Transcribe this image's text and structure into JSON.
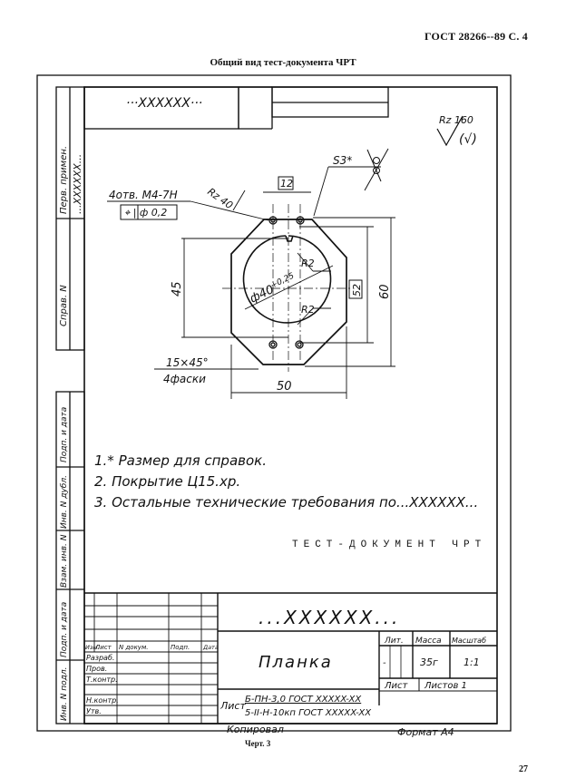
{
  "page": {
    "header_right": "ГОСТ 28266--89 С. 4",
    "title": "Общий вид тест-документа ЧРТ",
    "figure_caption": "Черт. 3",
    "page_number": "27"
  },
  "side_stamp": {
    "top": {
      "perv_primen_label": "Перв. примен.",
      "perv_primen_value": "...XXXXXX...",
      "sprav_label": "Справ. N"
    },
    "bottom": [
      "Подп. и дата",
      "Инв. N дубл.",
      "Взам. инв. N",
      "Подп. и дата",
      "Инв. N подл."
    ]
  },
  "top_stamp": {
    "code": "···XXXXXX···"
  },
  "drawing": {
    "roughness_general": "Rz 160",
    "roughness_note": "(√)",
    "thickness": "S3*",
    "holes_spec": "4отв. M4-7H",
    "position_tolerance": "⌖ | ф 0,2",
    "roughness_local": "Rz 40",
    "dim_hole_spacing": "12",
    "dim_diameter": "ф40",
    "dim_diameter_tol": "+0,25",
    "dim_radius_top": "R2",
    "dim_radius_bottom": "R2",
    "dim_height_inner": "45",
    "dim_height_ref": "52",
    "dim_height_total": "60",
    "dim_width": "50",
    "chamfer": "15×45°",
    "chamfer_count": "4фаски"
  },
  "notes": [
    "1.* Размер для справок.",
    "2. Покрытие Ц15.хр.",
    "3. Остальные технические требования по...XXXXXX..."
  ],
  "watermark": "ТЕСТ-ДОКУМЕНТ ЧРТ",
  "title_block": {
    "designation": "...XXXXXX...",
    "columns": [
      "Изм.",
      "Лист",
      "N докум.",
      "Подп.",
      "Дата"
    ],
    "roles": [
      "Разраб.",
      "Пров.",
      "Т.контр.",
      "",
      "Н.контр.",
      "Утв."
    ],
    "part_name": "Планка",
    "lit_label": "Лит.",
    "mass_label": "Масса",
    "scale_label": "Масштаб",
    "lit_value": "-",
    "mass_value": "35г",
    "scale_value": "1:1",
    "sheet_label": "Лист",
    "sheets_label": "Листов 1",
    "material_prefix": "Лист",
    "material_line1": "Б-ПН-3,0 ГОСТ XXXXX-XX",
    "material_line2": "5-II-H-10кп ГОСТ XXXXX-XX",
    "copied": "Копировал",
    "format": "Формат А4"
  }
}
